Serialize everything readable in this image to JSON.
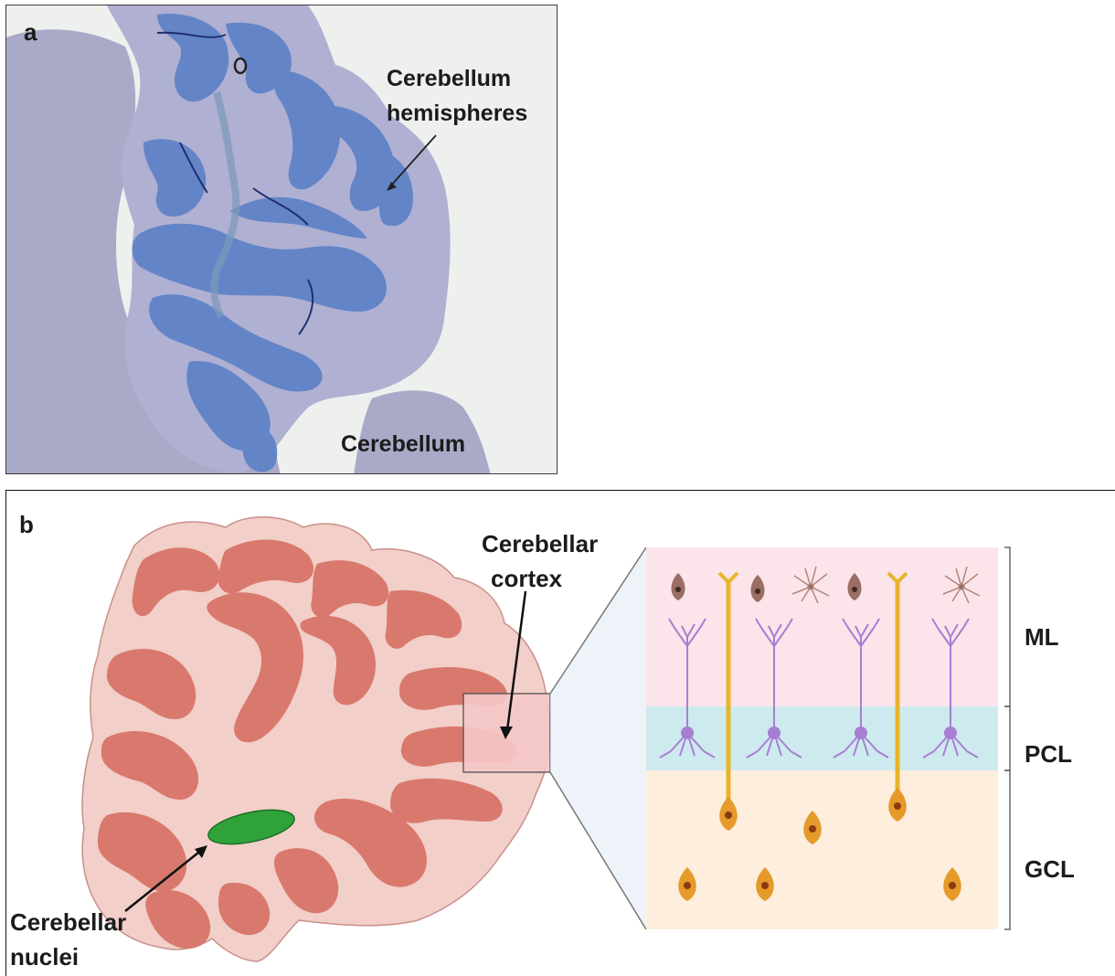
{
  "panel_a": {
    "letter": "a",
    "labels": {
      "hemispheres_line1": "Cerebellum",
      "hemispheres_line2": "hemispheres",
      "cerebellum": "Cerebellum"
    },
    "colors": {
      "background": "#eef0ee",
      "tissue": "#a9aac8",
      "stain": "#5d82c8"
    }
  },
  "panel_b": {
    "letter": "b",
    "labels": {
      "cortex_line1": "Cerebellar",
      "cortex_line2": "cortex",
      "nuclei_line1": "Cerebellar",
      "nuclei_line2": "nuclei"
    },
    "layers": [
      {
        "abbr": "ML",
        "color": "#fbe4ea"
      },
      {
        "abbr": "PCL",
        "color": "#cdeaee"
      },
      {
        "abbr": "GCL",
        "color": "#fdeedd"
      }
    ],
    "colors": {
      "cortex": "#f2cfc9",
      "folia": "#d9796e",
      "nuclei": "#2fa33a",
      "purkinje": "#a77fd2",
      "granule": "#e59a2a",
      "parallel_fiber": "#f3c93d",
      "stellate": "#9a6e62"
    }
  }
}
